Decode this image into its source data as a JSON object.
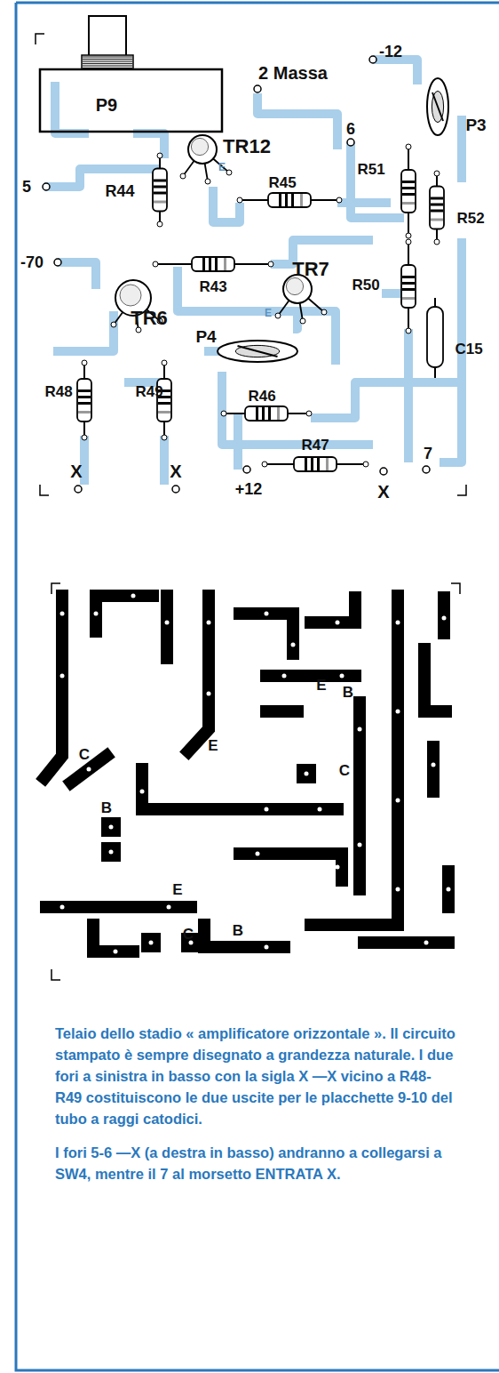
{
  "diagram": {
    "caption": "Telaio dello stadio « amplificatore orizzontale ». Il circuito stampato è sempre disegnato a grandezza naturale. I due fori a sinistra in basso con la sigla X —X vicino a R48-R49 costituiscono le due uscite per le placchette 9-10 del tubo a raggi catodici.",
    "labels": [
      "P9",
      "2 Massa",
      "-12",
      "TR12",
      "P3",
      "6",
      "5",
      "R44",
      "R45",
      "R51",
      "R52",
      "-70",
      "R43",
      "TR7",
      "TR6",
      "R50",
      "P4",
      "C15",
      "R46",
      "R48",
      "R49",
      "X",
      "X",
      "+12",
      "R47",
      "7",
      "X",
      "E",
      "E",
      "C",
      "E",
      "E",
      "B",
      "C",
      "B",
      "E",
      "C",
      "B",
      "I fori 5-6 —X (a destra in basso) andranno a collegarsi a SW4, mentre il 7 al morsetto ENTRATA X."
    ]
  }
}
